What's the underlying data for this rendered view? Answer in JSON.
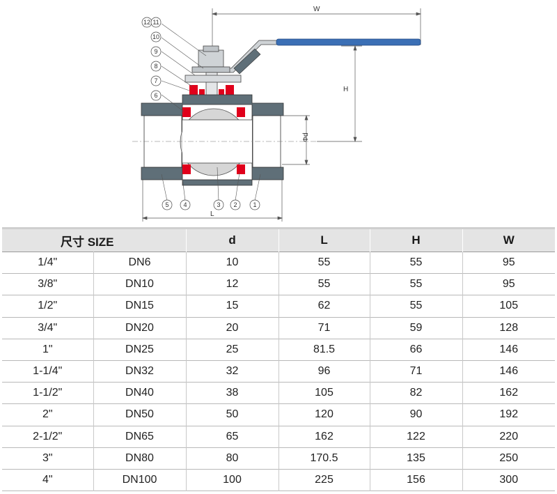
{
  "drawing": {
    "dimension_labels": {
      "width": "W",
      "height": "H",
      "length": "L",
      "bore": "Φd"
    },
    "part_numbers_left": [
      "12",
      "11",
      "10",
      "9",
      "8",
      "7",
      "6"
    ],
    "part_numbers_bottom": [
      "5",
      "4",
      "3",
      "2",
      "1"
    ],
    "colors": {
      "body": "#5f6f78",
      "seal": "#e0001b",
      "handle_grip": "#3b6fb5",
      "ball": "#d6d6d6"
    }
  },
  "table": {
    "headers": {
      "size": "尺寸 SIZE",
      "d": "d",
      "L": "L",
      "H": "H",
      "W": "W"
    },
    "rows": [
      {
        "inch": "1/4\"",
        "dn": "DN6",
        "d": "10",
        "L": "55",
        "H": "55",
        "W": "95"
      },
      {
        "inch": "3/8\"",
        "dn": "DN10",
        "d": "12",
        "L": "55",
        "H": "55",
        "W": "95"
      },
      {
        "inch": "1/2\"",
        "dn": "DN15",
        "d": "15",
        "L": "62",
        "H": "55",
        "W": "105"
      },
      {
        "inch": "3/4\"",
        "dn": "DN20",
        "d": "20",
        "L": "71",
        "H": "59",
        "W": "128"
      },
      {
        "inch": "1\"",
        "dn": "DN25",
        "d": "25",
        "L": "81.5",
        "H": "66",
        "W": "146"
      },
      {
        "inch": "1-1/4\"",
        "dn": "DN32",
        "d": "32",
        "L": "96",
        "H": "71",
        "W": "146"
      },
      {
        "inch": "1-1/2\"",
        "dn": "DN40",
        "d": "38",
        "L": "105",
        "H": "82",
        "W": "162"
      },
      {
        "inch": "2\"",
        "dn": "DN50",
        "d": "50",
        "L": "120",
        "H": "90",
        "W": "192"
      },
      {
        "inch": "2-1/2\"",
        "dn": "DN65",
        "d": "65",
        "L": "162",
        "H": "122",
        "W": "220"
      },
      {
        "inch": "3\"",
        "dn": "DN80",
        "d": "80",
        "L": "170.5",
        "H": "135",
        "W": "250"
      },
      {
        "inch": "4\"",
        "dn": "DN100",
        "d": "100",
        "L": "225",
        "H": "156",
        "W": "300"
      }
    ]
  }
}
